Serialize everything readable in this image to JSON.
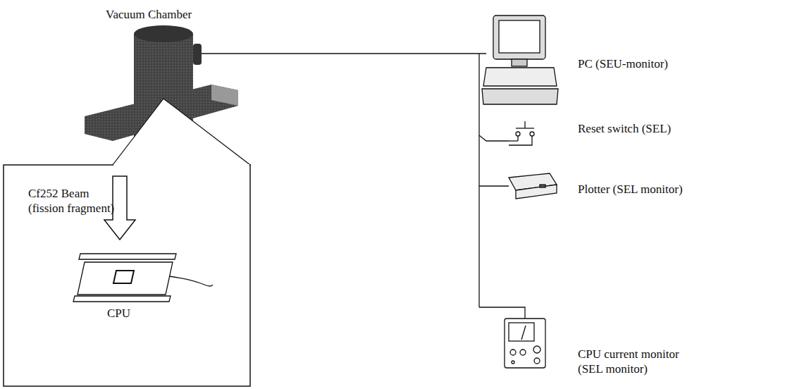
{
  "diagram": {
    "labels": [
      "Vacuum Chamber",
      "Cf252 Beam (fission fragment)",
      "CPU",
      "PC (SEU-monitor)",
      "Reset switch (SEL)",
      "Plotter (SEL monitor)",
      "CPU current monitor (SEL monitor)"
    ]
  }
}
